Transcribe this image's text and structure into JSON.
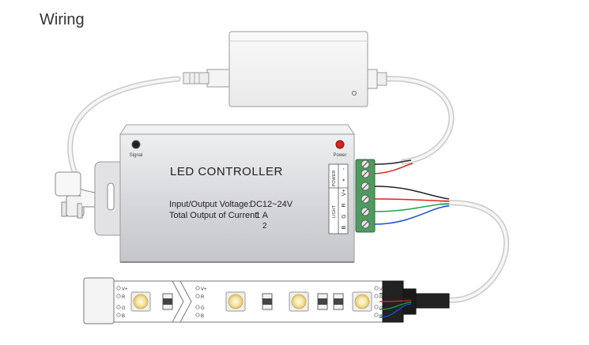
{
  "title": "Wiring",
  "controller": {
    "name": "LED CONTROLLER",
    "voltage_label": "Input/Output Voltage:",
    "voltage_value": "DC12~24V",
    "current_label": "Total Output of Current:",
    "current_value": "1  A",
    "current_mult": "2",
    "signal_label": "Signal",
    "power_label": "Power",
    "terminal_power_group": "POWER",
    "terminal_light_group": "LIGHT",
    "terminal_labels": [
      "-",
      "+",
      "V+",
      "R",
      "G",
      "B"
    ]
  },
  "strip": {
    "pins_left": [
      "V+",
      "R",
      "G",
      "B"
    ],
    "pins_right": [
      "V+",
      "R",
      "G",
      "B"
    ]
  },
  "colors": {
    "wire_red": "#d9251c",
    "wire_green": "#1ea34a",
    "wire_blue": "#1e4fd8",
    "wire_black": "#222222",
    "terminal_green": "#4f9a5e",
    "controller_body": "#d9dadd",
    "power_led": "#d8261c"
  }
}
